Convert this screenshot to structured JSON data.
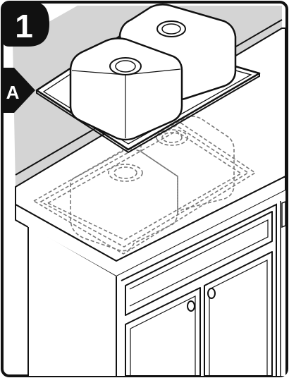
{
  "step": {
    "number": "1"
  },
  "callout": {
    "letter": "A"
  },
  "colors": {
    "line": "#111111",
    "wall": "#d4d4d4",
    "badge": "#111111",
    "badge_text": "#ffffff",
    "dashed": "#777777"
  },
  "icons": {
    "step_badge": "step-number-badge",
    "callout_marker": "callout-arrow-marker"
  }
}
